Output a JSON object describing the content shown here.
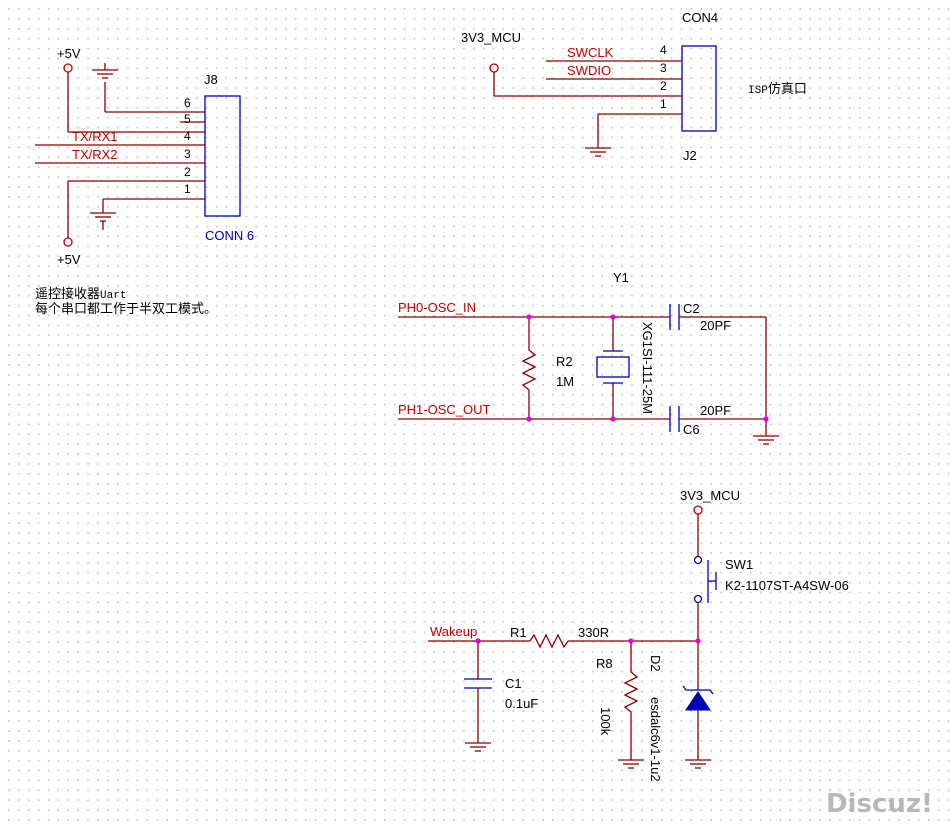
{
  "j8": {
    "ref": "J8",
    "value": "CONN 6",
    "pins": [
      "6",
      "5",
      "4",
      "3",
      "2",
      "1"
    ],
    "power_top": "+5V",
    "power_bottom": "+5V",
    "net_tx1": "TX/RX1",
    "net_tx2": "TX/RX2"
  },
  "note": {
    "line1": "遥控接收器",
    "line1_suffix": "Uart",
    "line2": "每个串口都工作于半双工模式。"
  },
  "j2": {
    "value": "CON4",
    "ref": "J2",
    "pins": [
      "4",
      "3",
      "2",
      "1"
    ],
    "power": "3V3_MCU",
    "net_swclk": "SWCLK",
    "net_swdio": "SWDIO",
    "label_prefix": "ISP",
    "label_text": "仿真口"
  },
  "crystal": {
    "ref": "Y1",
    "value": "XG1SI-111-25M",
    "net_in": "PH0-OSC_IN",
    "net_out": "PH1-OSC_OUT",
    "r2_ref": "R2",
    "r2_value": "1M",
    "c2_ref": "C2",
    "c2_value": "20PF",
    "c6_ref": "C6",
    "c6_value": "20PF"
  },
  "wakeup": {
    "power": "3V3_MCU",
    "sw_ref": "SW1",
    "sw_value": "K2-1107ST-A4SW-06",
    "net": "Wakeup",
    "r1_ref": "R1",
    "r1_value": "330R",
    "c1_ref": "C1",
    "c1_value": "0.1uF",
    "r8_ref": "R8",
    "r8_value": "100k",
    "d2_ref": "D2",
    "d2_value": "esdalc6v1-1u2"
  },
  "watermark": "Discuz!",
  "colors": {
    "wire": "#8b0000",
    "part": "#0000b4",
    "junction": "#e000e0",
    "net_label": "#c00000"
  }
}
